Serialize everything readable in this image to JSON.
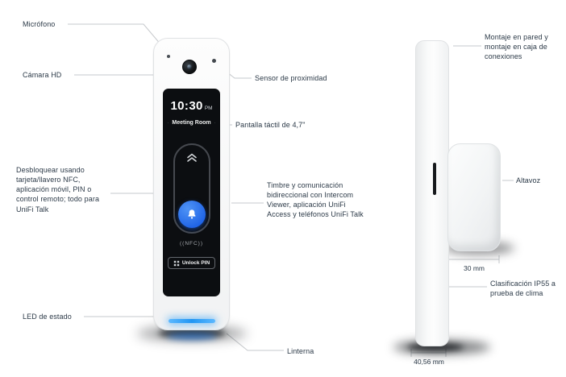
{
  "callouts": {
    "microphone": "Micrófono",
    "camera": "Cámara HD",
    "proximity_sensor": "Sensor de proximidad",
    "touchscreen": "Pantalla táctil de 4,7\"",
    "unlock_methods": "Desbloquear usando tarjeta/llavero NFC, aplicación móvil, PIN o control remoto; todo para UniFi Talk",
    "doorbell_comm": "Timbre y comunicación bidireccional con Intercom Viewer, aplicación UniFi Access y teléfonos UniFi Talk",
    "status_led": "LED de estado",
    "flashlight": "Linterna",
    "mounting": "Montaje en pared y montaje en caja de conexiones",
    "speaker": "Altavoz",
    "ip_rating": "Clasificación IP55 a prueba de clima"
  },
  "dimensions": {
    "bump_depth": "30 mm",
    "device_depth": "40,56 mm"
  },
  "screen": {
    "time": "10:30",
    "meridiem": "PM",
    "room_name": "Meeting Room",
    "nfc_display": "((NFC))",
    "unlock_button": "Unlock PIN"
  },
  "colors": {
    "accent_blue": "#2f7df0",
    "led_blue": "#2196f3",
    "label_text": "#2b3947",
    "callout_line": "#c6c9cc"
  }
}
